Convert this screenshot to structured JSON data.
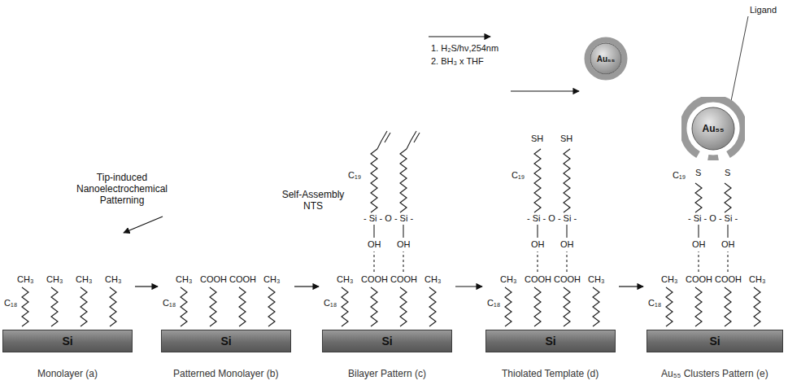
{
  "diagram": {
    "nodes": [
      {
        "text": [
          "Si"
        ]
      },
      {
        "text": [
          "Si"
        ]
      },
      {
        "text": [
          "Si"
        ]
      },
      {
        "text": [
          "Si"
        ]
      },
      {
        "text": [
          "Si"
        ]
      },
      {
        "text": [
          "Au₅₅"
        ]
      },
      {
        "text": [
          "Au₅₅"
        ]
      }
    ],
    "labels": [
      "C₁₈",
      "CH₃",
      "CH₃",
      "CH₃",
      "CH₃",
      "C₁₈",
      "CH₃",
      "COOH",
      "COOH",
      "CH₃",
      "C₁₈",
      "CH₃",
      "COOH",
      "COOH",
      "CH₃",
      "OH",
      "OH",
      "- Si - O - Si -",
      "C₁₉",
      "C₁₈",
      "CH₃",
      "COOH",
      "COOH",
      "CH₃",
      "OH",
      "OH",
      "- Si - O - Si -",
      "C₁₉",
      "SH",
      "SH",
      "C₁₈",
      "CH₃",
      "COOH",
      "COOH",
      "CH₃",
      "OH",
      "OH",
      "- Si - O - Si -",
      "C₁₉",
      "S",
      "S",
      "Tip-induced Nanoelectrochemical Patterning",
      "Self-Assembly NTS",
      "1. H₂S/hν,254nm",
      "2. BH₃ x THF",
      "Ligand",
      "Monolayer (a)",
      "Patterned Monolayer (b)",
      "Bilayer Pattern (c)",
      "Thiolated Template (d)",
      "Au₅₅ Clusters Pattern (e)"
    ]
  }
}
